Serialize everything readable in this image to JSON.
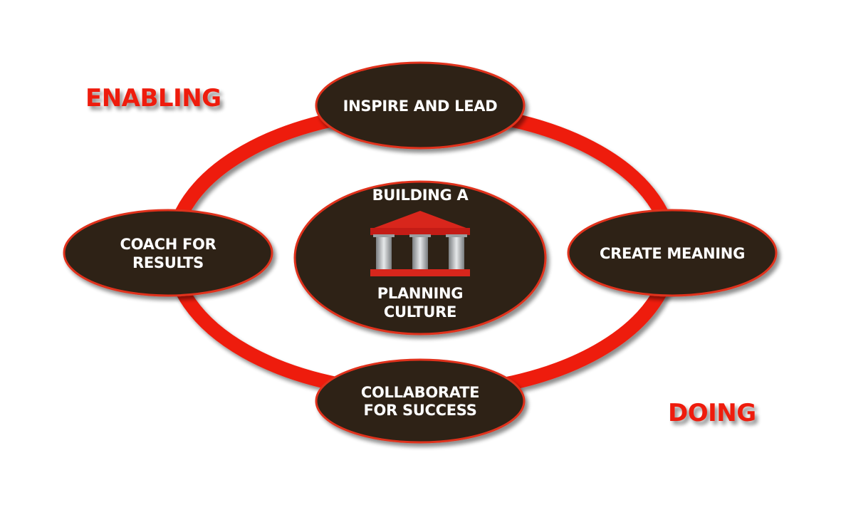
{
  "diagram": {
    "corner_labels": {
      "top_left": "ENABLING",
      "bottom_right": "DOING"
    },
    "center": {
      "line1": "BUILDING A",
      "line2": "PLANNING",
      "line3": "CULTURE",
      "icon": "building-columns-icon"
    },
    "nodes": {
      "top": "INSPIRE AND LEAD",
      "right": "CREATE MEANING",
      "bottom_line1": "COLLABORATE",
      "bottom_line2": "FOR SUCCESS",
      "left_line1": "COACH FOR",
      "left_line2": "RESULTS"
    },
    "colors": {
      "ring": "#ee1c0a",
      "node_fill": "#2e2218",
      "node_stroke": "#e0321f",
      "text": "#ffffff",
      "accent_label": "#ee1c0a"
    }
  }
}
